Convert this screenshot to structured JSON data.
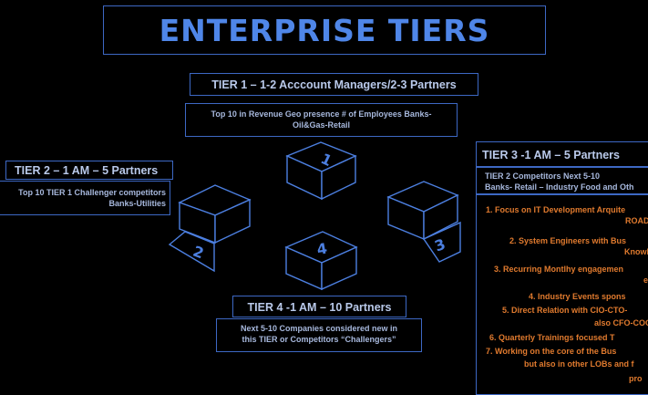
{
  "title": "ENTERPRISE TIERS",
  "tier1": {
    "heading": "TIER 1 – 1-2 Acccount Managers/2-3 Partners",
    "line1": "Top 10 in Revenue Geo presence # of Employees Banks-",
    "line2": "Oil&Gas-Retail"
  },
  "tier2": {
    "heading": "TIER 2 – 1 AM – 5 Partners",
    "line1": "Top 10 TIER 1 Challenger competitors",
    "line2": "Banks-Utilities"
  },
  "tier3": {
    "heading": "TIER 3 -1 AM – 5 Partners",
    "line1": "TIER 2 Competitors Next 5-10",
    "line2": "Banks- Retail – Industry Food and Oth",
    "items": [
      "1.    Focus on IT  Development Arquite",
      "ROAD",
      "2.    System Engineers with Bus",
      "Knowl",
      "3.    Recurring Montlhy engagemen",
      "e",
      "4.    Industry Events spons",
      "5.    Direct Relation with CIO-CTO-",
      "also CFO-COO",
      "6.    Quarterly Trainings focused T",
      "7.    Working on the core of the Bus",
      "but also in other LOBs and f",
      "pro"
    ]
  },
  "tier4": {
    "heading": "TIER 4 -1 AM – 10 Partners",
    "line1": "Next 5-10 Companies considered new in",
    "line2": "this TIER or Competitors “Challengers”"
  },
  "cubes": [
    "1",
    "2",
    "3",
    "4"
  ]
}
